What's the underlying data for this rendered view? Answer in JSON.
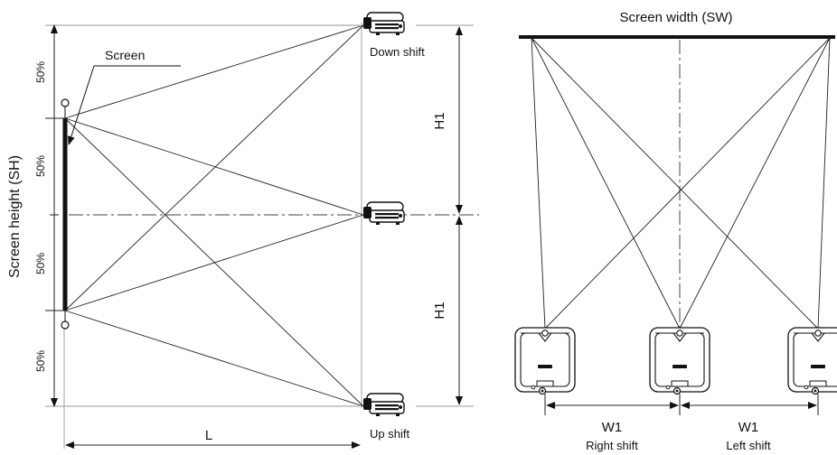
{
  "side_view": {
    "screen_label": "Screen",
    "screen_height_label": "Screen height (SH)",
    "percent_labels": [
      "50%",
      "50%",
      "50%",
      "50%"
    ],
    "distance_label": "L",
    "h1_labels": [
      "H1",
      "H1"
    ],
    "down_shift_label": "Down shift",
    "up_shift_label": "Up shift"
  },
  "top_view": {
    "screen_width_label": "Screen width (SW)",
    "w1_labels": [
      "W1",
      "W1"
    ],
    "right_shift_label": "Right shift",
    "left_shift_label": "Left shift"
  }
}
